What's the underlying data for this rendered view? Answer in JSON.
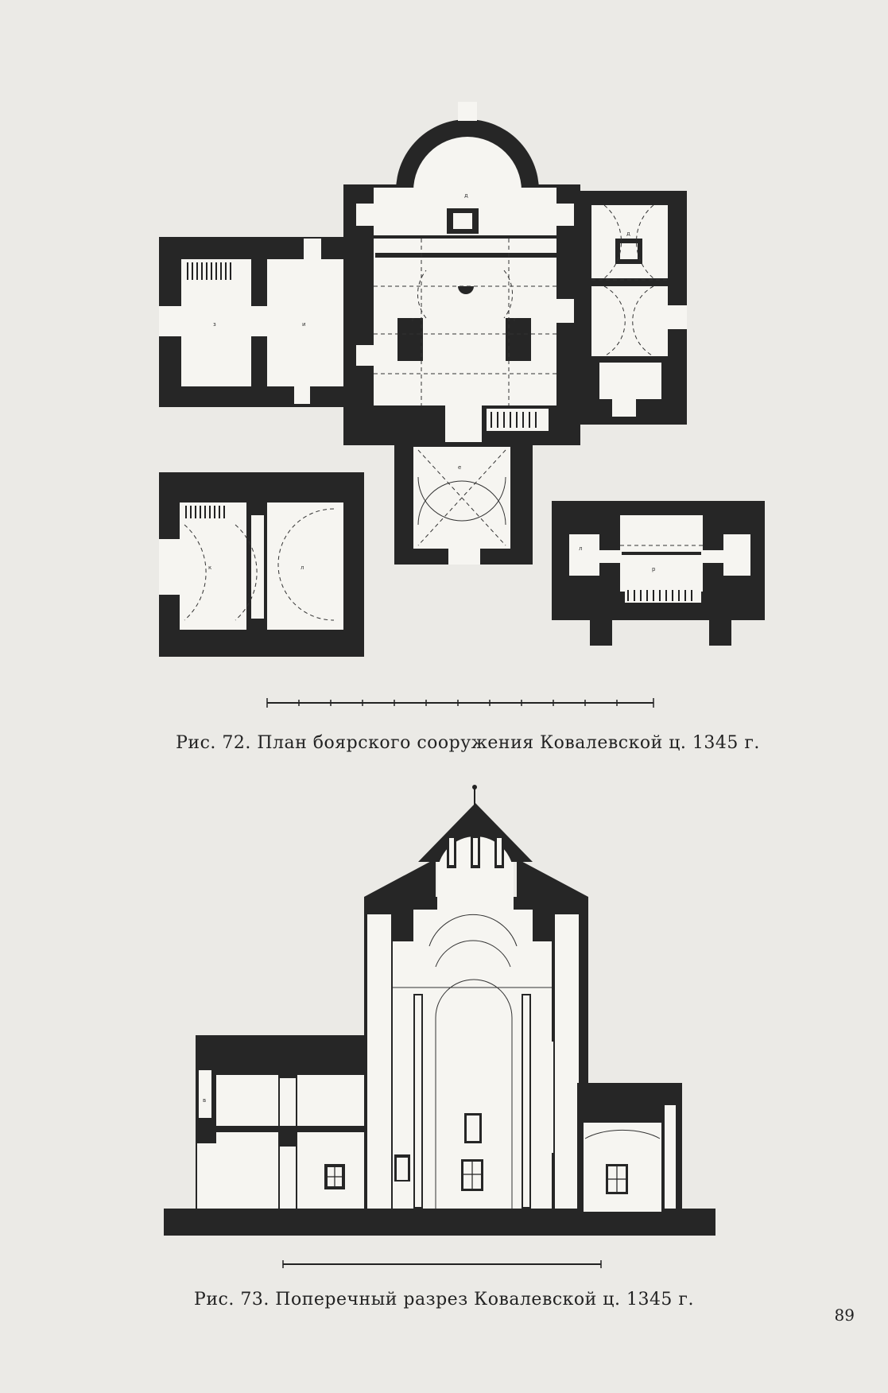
{
  "figures": [
    {
      "id": "fig72",
      "caption": "Рис. 72. План боярского сооружения Ковалевской ц. 1345 г."
    },
    {
      "id": "fig73",
      "caption": "Рис. 73. Поперечный разрез Ковалевской ц. 1345 г."
    }
  ],
  "page_number": "89"
}
